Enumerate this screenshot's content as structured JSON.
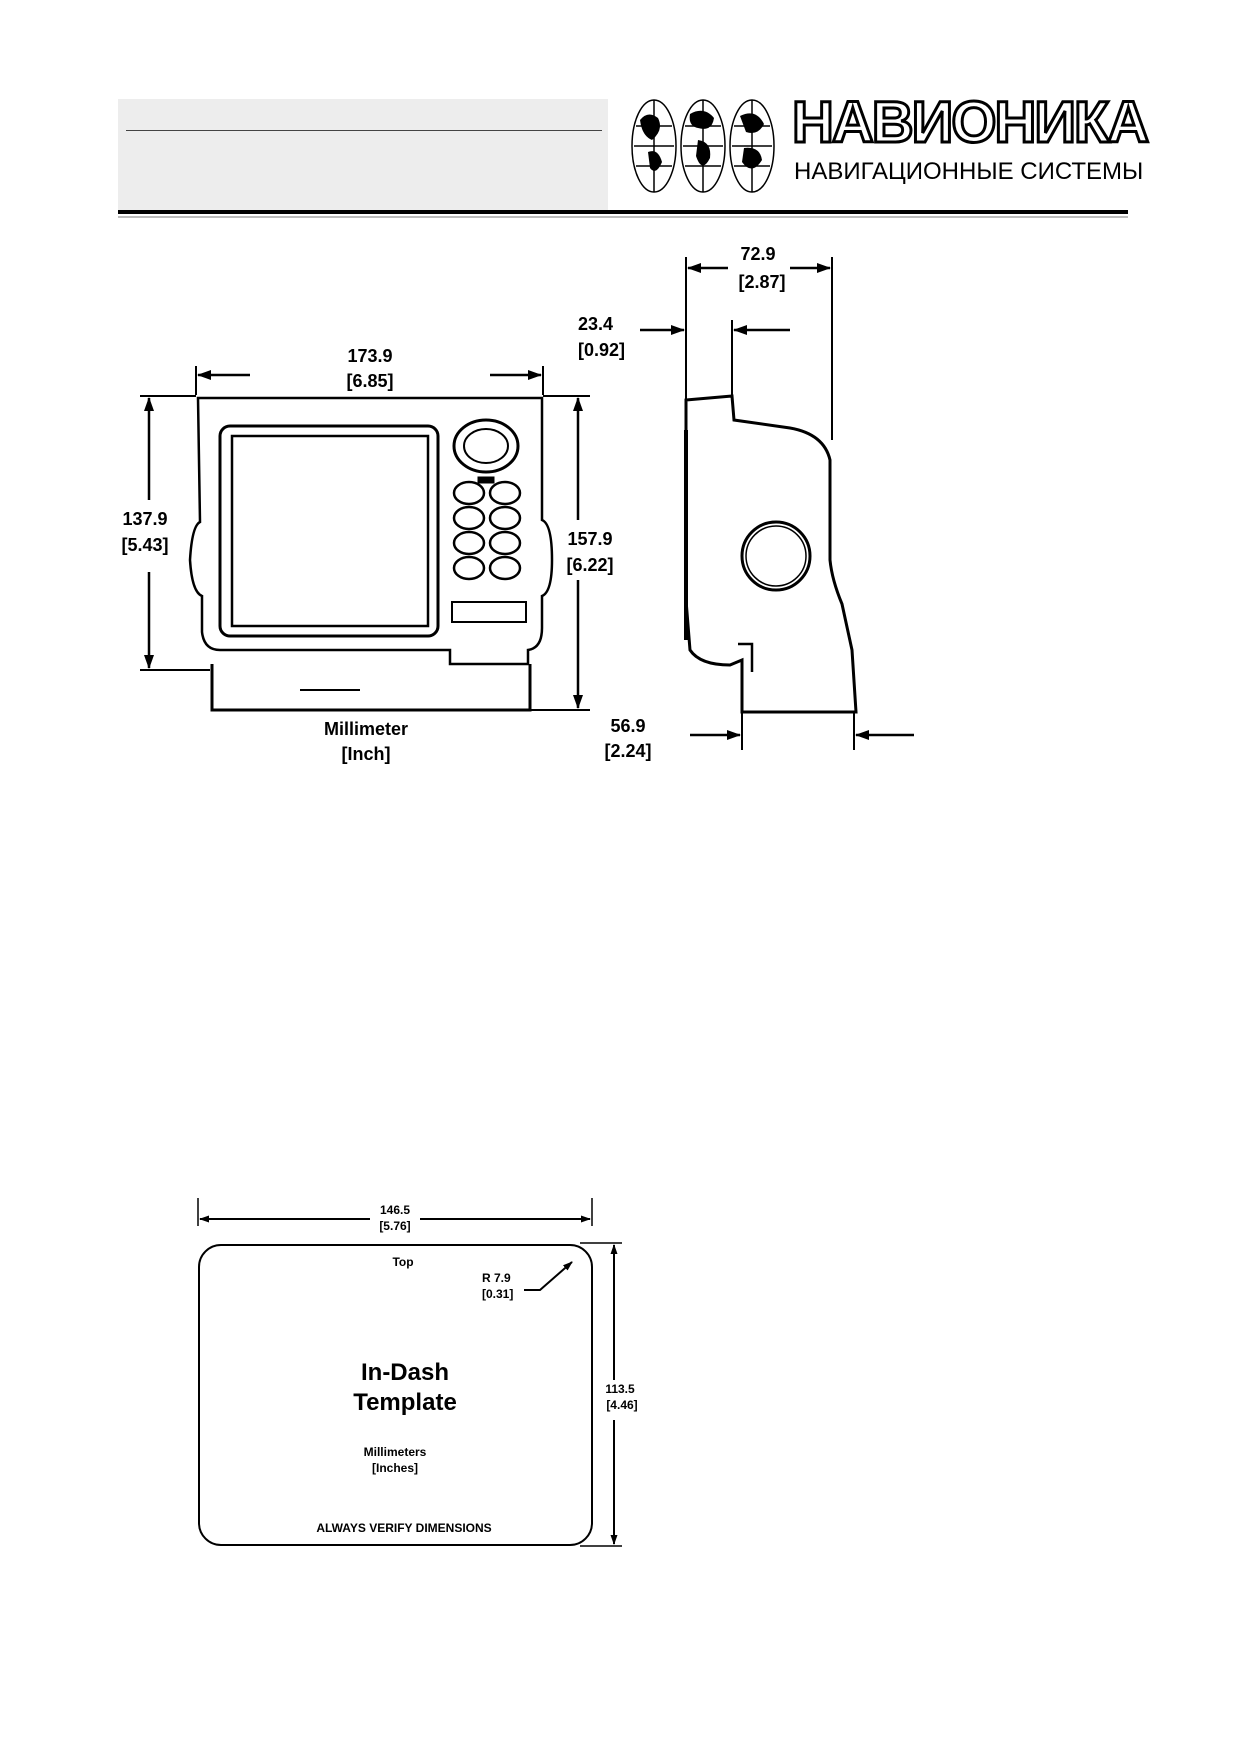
{
  "header": {
    "brand_name": "НАВИОНИКА",
    "brand_subtitle": "НАВИГАЦИОННЫЕ СИСТЕМЫ"
  },
  "front_view": {
    "width_mm": "173.9",
    "width_in": "[6.85]",
    "height_left_mm": "137.9",
    "height_left_in": "[5.43]",
    "height_right_mm": "157.9",
    "height_right_in": "[6.22]",
    "units_line1": "Millimeter",
    "units_line2": "[Inch]"
  },
  "side_view": {
    "depth_mm": "72.9",
    "depth_in": "[2.87]",
    "front_mm": "23.4",
    "front_in": "[0.92]",
    "base_mm": "56.9",
    "base_in": "[2.24]"
  },
  "template": {
    "width_mm": "146.5",
    "width_in": "[5.76]",
    "height_mm": "113.5",
    "height_in": "[4.46]",
    "top_label": "Top",
    "radius_mm": "R 7.9",
    "radius_in": "[0.31]",
    "title_line1": "In-Dash",
    "title_line2": "Template",
    "units_line1": "Millimeters",
    "units_line2": "[Inches]",
    "footer": "ALWAYS VERIFY DIMENSIONS"
  }
}
